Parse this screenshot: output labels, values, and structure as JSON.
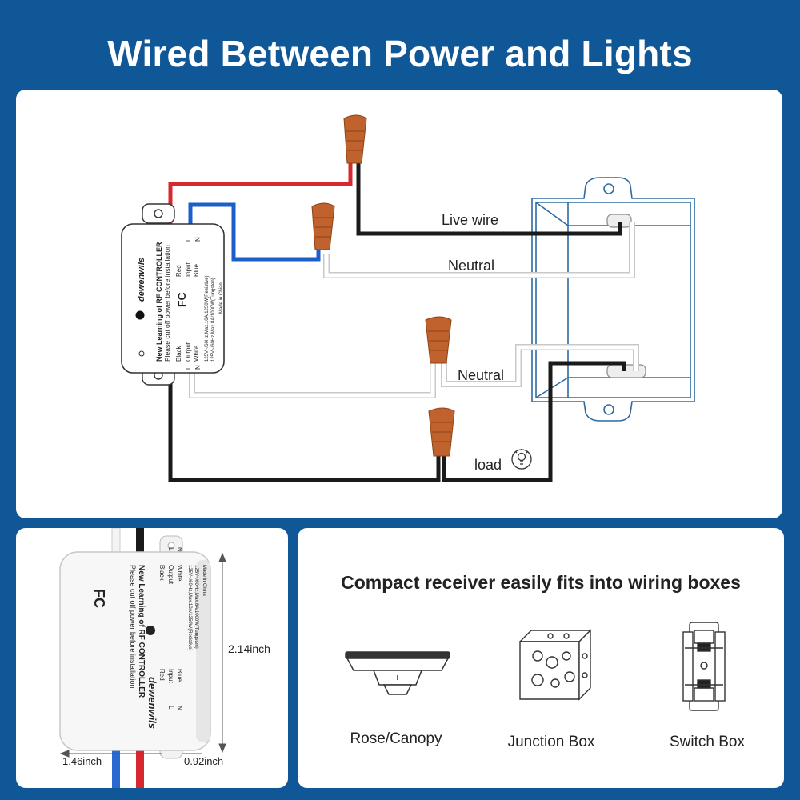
{
  "title": "Wired Between Power and Lights",
  "diagram": {
    "live_wire_label": "Live wire",
    "neutral_label_top": "Neutral",
    "neutral_label_bottom": "Neutral",
    "load_label": "load",
    "controller": {
      "brand": "dewenwils",
      "line1": "New Learning of RF CONTROLLER",
      "line2": "Please cut off power before installation",
      "input_label": "Input",
      "output_label": "Output",
      "red": "Red",
      "blue": "Blue",
      "black": "Black",
      "white": "White",
      "spec1": "125V~/60Hz,Max.10A/1250W(Resistive)",
      "spec2": "125V~/60Hz,Max.8A/1000W(Tungsten)",
      "made_in": "Made in Chian",
      "fcc": "FC",
      "l_in": "L",
      "n_in": "N",
      "l_out": "L",
      "n_out": "N"
    },
    "colors": {
      "live": "#d7282f",
      "neutral_blue": "#1c5fc8",
      "black": "#1a1a1a",
      "connector": "#c0622d",
      "box_outline": "#2f6aa3"
    }
  },
  "product": {
    "height": "2.14inch",
    "width": "1.46inch",
    "depth": "0.92inch",
    "line1": "New Learning of RF CONTROLLER",
    "line2": "Please cut off power before installation",
    "spec1": "125V~/60Hz,Max.10A/1250W(Resistive)",
    "spec2": "125V~/60Hz,Max.8A/1000W(Tungsten)",
    "made_in": "Made in China",
    "brand": "dewenwils",
    "fcc": "FC",
    "output": "Output",
    "input": "Input",
    "white": "White",
    "black": "Black",
    "red": "Red",
    "blue": "Blue",
    "n1": "N",
    "l1": "L",
    "n2": "N",
    "l2": "L"
  },
  "boxes": {
    "heading": "Compact receiver easily fits into wiring boxes",
    "items": [
      {
        "label": "Rose/Canopy",
        "icon": "rose-canopy-icon"
      },
      {
        "label": "Junction Box",
        "icon": "junction-box-icon"
      },
      {
        "label": "Switch Box",
        "icon": "switch-box-icon"
      }
    ]
  }
}
